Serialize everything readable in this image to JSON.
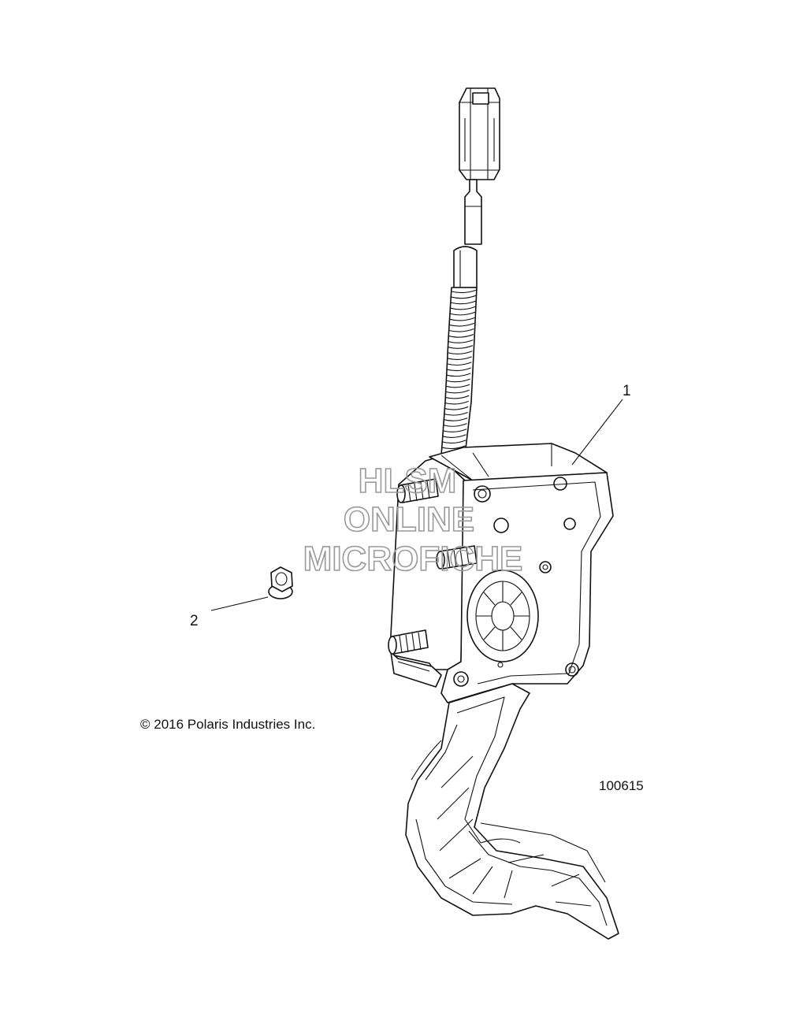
{
  "callouts": [
    {
      "id": "1",
      "label": "1",
      "part": "accelerator-pedal-assembly"
    },
    {
      "id": "2",
      "label": "2",
      "part": "flange-nut"
    }
  ],
  "copyright": "© 2016 Polaris Industries Inc.",
  "figure_number": "100615",
  "watermark": {
    "line1": "HLSM",
    "line2": "ONLINE",
    "line3": "MICROFICHE"
  },
  "colors": {
    "line": "#111111",
    "watermark": "#9a9a9a",
    "background": "#ffffff"
  }
}
